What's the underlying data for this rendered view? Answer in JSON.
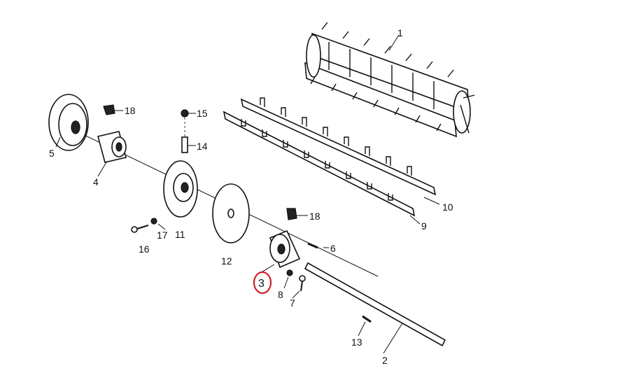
{
  "diagram": {
    "labels": [
      {
        "id": "1",
        "text": "1"
      },
      {
        "id": "2",
        "text": "2"
      },
      {
        "id": "3",
        "text": "3"
      },
      {
        "id": "4",
        "text": "4"
      },
      {
        "id": "5",
        "text": "5"
      },
      {
        "id": "6",
        "text": "6"
      },
      {
        "id": "7",
        "text": "7"
      },
      {
        "id": "8",
        "text": "8"
      },
      {
        "id": "9",
        "text": "9"
      },
      {
        "id": "10",
        "text": "10"
      },
      {
        "id": "11",
        "text": "11"
      },
      {
        "id": "12",
        "text": "12"
      },
      {
        "id": "13",
        "text": "13"
      },
      {
        "id": "14",
        "text": "14"
      },
      {
        "id": "15",
        "text": "15"
      },
      {
        "id": "16",
        "text": "16"
      },
      {
        "id": "17",
        "text": "17"
      },
      {
        "id": "18a",
        "text": "18"
      },
      {
        "id": "18b",
        "text": "18"
      }
    ],
    "highlight": {
      "target": "3",
      "color": "#d0202a"
    }
  }
}
